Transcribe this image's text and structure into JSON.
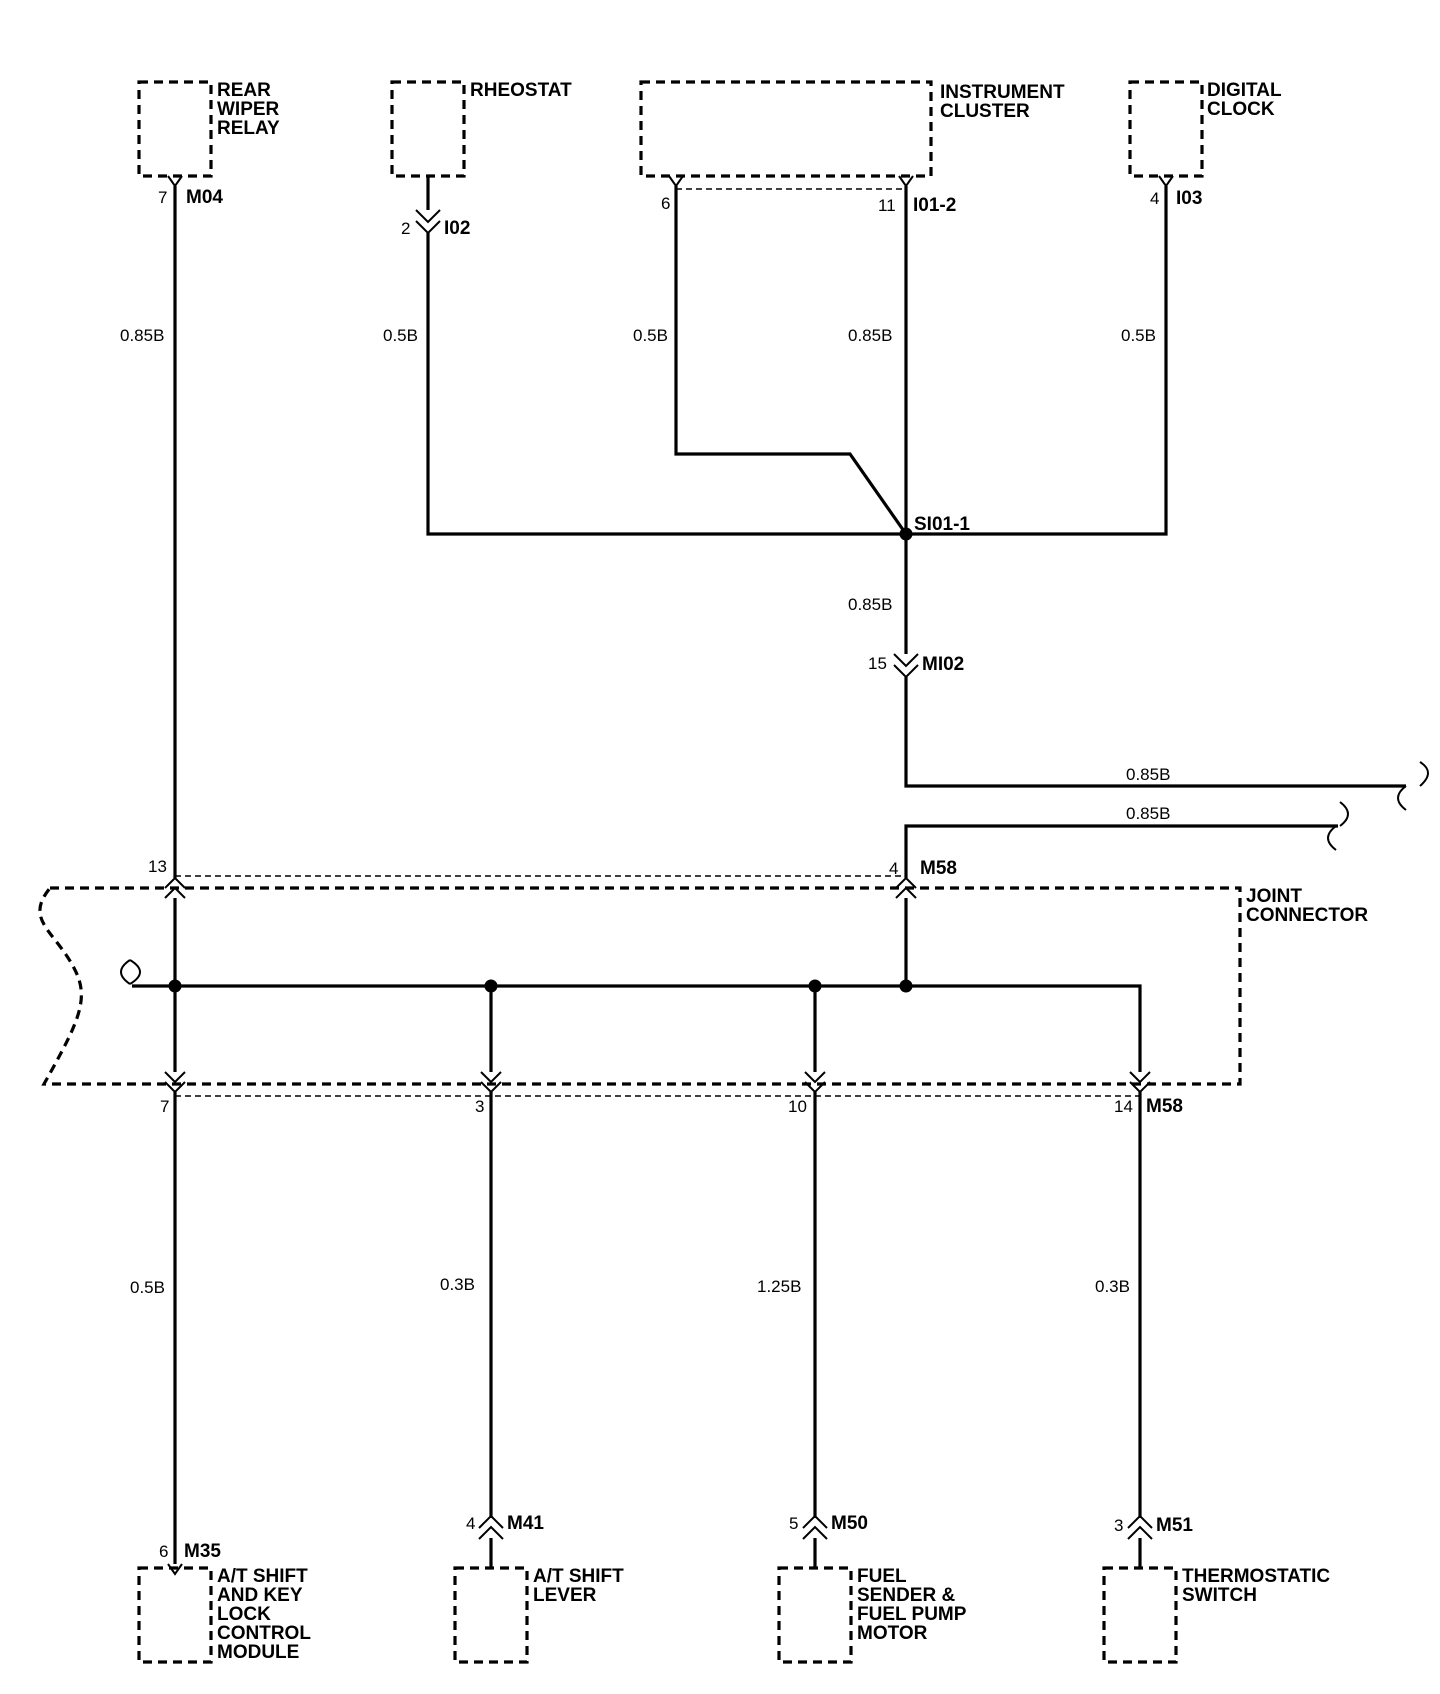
{
  "components": {
    "rear_wiper_relay": [
      "REAR",
      "WIPER",
      "RELAY"
    ],
    "rheostat": [
      "RHEOSTAT"
    ],
    "instrument_cluster": [
      "INSTRUMENT",
      "CLUSTER"
    ],
    "digital_clock": [
      "DIGITAL",
      "CLOCK"
    ],
    "joint_connector": [
      "JOINT",
      "CONNECTOR"
    ],
    "at_shift_key_lock": [
      "A/T SHIFT",
      "AND KEY",
      "LOCK",
      "CONTROL",
      "MODULE"
    ],
    "at_shift_lever": [
      "A/T SHIFT",
      "LEVER"
    ],
    "fuel_sender": [
      "FUEL",
      "SENDER &",
      "FUEL PUMP",
      "MOTOR"
    ],
    "thermostatic_switch": [
      "THERMOSTATIC",
      "SWITCH"
    ]
  },
  "connectors": {
    "m04": "M04",
    "i02": "I02",
    "i01_2": "I01-2",
    "i03": "I03",
    "mi02": "MI02",
    "m58_top": "M58",
    "m58_bottom": "M58",
    "m35": "M35",
    "m41": "M41",
    "m50": "M50",
    "m51": "M51"
  },
  "pins": {
    "m04": "7",
    "i02": "2",
    "cluster_a": "6",
    "cluster_b": "11",
    "i03": "4",
    "mi02": "15",
    "jc_13": "13",
    "jc_4": "4",
    "jc_7": "7",
    "jc_3": "3",
    "jc_10": "10",
    "jc_14": "14",
    "m35": "6",
    "m41": "4",
    "m50": "5",
    "m51": "3"
  },
  "splice": "SI01-1",
  "wire_gauges": {
    "rear_wiper": "0.85B",
    "rheostat": "0.5B",
    "cluster_6": "0.5B",
    "cluster_11": "0.85B",
    "clock": "0.5B",
    "splice_down": "0.85B",
    "to_right_1": "0.85B",
    "to_right_2": "0.85B",
    "m35": "0.5B",
    "m41": "0.3B",
    "m50": "1.25B",
    "m51": "0.3B"
  }
}
